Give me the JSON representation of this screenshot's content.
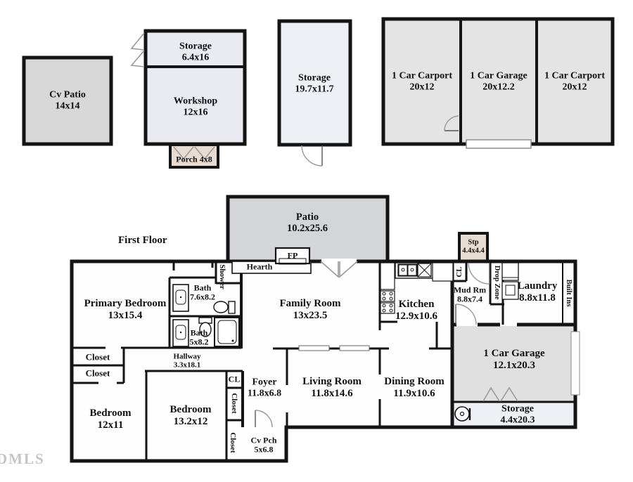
{
  "watermark": "DMLS",
  "plan": {
    "title": "First Floor"
  },
  "colors": {
    "wall": "#141414",
    "outbuilding_fill": "#eaebf2",
    "patio_fill": "#d3d5d9",
    "cv_patio_fill": "#d8d8d8",
    "carport_fill": "#e4e4e4",
    "porch_fill": "#e8dbd2",
    "garage_fill": "#e0e0e0",
    "storage_fill": "#eef0f6",
    "interior_fill": "#fefefe",
    "door_stroke": "#999999",
    "watermark_color": "#c4c4c4"
  },
  "outbuildings": {
    "cv_patio": {
      "label": "Cv Patio",
      "dims": "14x14"
    },
    "shed_storage": {
      "label": "Storage",
      "dims": "6.4x16"
    },
    "workshop": {
      "label": "Workshop",
      "dims": "12x16"
    },
    "porch": {
      "label": "Porch 4x8"
    },
    "storage_building": {
      "label": "Storage",
      "dims": "19.7x11.7"
    },
    "carport_left": {
      "label": "1 Car Carport",
      "dims": "20x12"
    },
    "detached_garage": {
      "label": "1 Car Garage",
      "dims": "20x12.2"
    },
    "carport_right": {
      "label": "1 Car Carport",
      "dims": "20x12"
    }
  },
  "first_floor": {
    "patio": {
      "label": "Patio",
      "dims": "10.2x25.6"
    },
    "fireplace": {
      "label": "FP"
    },
    "hearth": {
      "label": "Hearth"
    },
    "stoop": {
      "label": "Stp",
      "dims": "4.4x4.4"
    },
    "primary_bedroom": {
      "label": "Primary Bedroom",
      "dims": "13x15.4"
    },
    "shower": {
      "label": "Shower"
    },
    "bath_primary": {
      "label": "Bath",
      "dims": "7.6x8.2"
    },
    "bath_hall": {
      "label": "Bath",
      "dims": "5x8.2"
    },
    "closet_top": {
      "label": "Closet"
    },
    "closet_bottom": {
      "label": "Closet"
    },
    "hallway": {
      "label": "Hallway",
      "dims": "3.3x18.1"
    },
    "bedroom_left": {
      "label": "Bedroom",
      "dims": "12x11"
    },
    "bedroom_middle": {
      "label": "Bedroom",
      "dims": "13.2x12"
    },
    "family_room": {
      "label": "Family Room",
      "dims": "13x23.5"
    },
    "kitchen": {
      "label": "Kitchen",
      "dims": "12.9x10.6"
    },
    "closet_kitchen": {
      "label": "CL"
    },
    "mud_room": {
      "label": "Mud Rm",
      "dims": "8.8x7.4"
    },
    "drop_zone": {
      "label": "Drop Zone"
    },
    "laundry": {
      "label": "Laundry",
      "dims": "8.8x11.8"
    },
    "built_ins": {
      "label": "Built Ins"
    },
    "closet_foyer_cl": {
      "label": "CL"
    },
    "closet_foyer": {
      "label": "Closet"
    },
    "closet_entry": {
      "label": "Closet"
    },
    "foyer": {
      "label": "Foyer",
      "dims": "11.8x6.8"
    },
    "living_room": {
      "label": "Living Room",
      "dims": "11.8x14.6"
    },
    "dining_room": {
      "label": "Dining Room",
      "dims": "11.9x10.6"
    },
    "attached_garage": {
      "label": "1 Car Garage",
      "dims": "12.1x20.3"
    },
    "attached_storage": {
      "label": "Storage",
      "dims": "4.4x20.3"
    },
    "covered_porch": {
      "label": "Cv Pch",
      "dims": "5x6.8"
    }
  }
}
